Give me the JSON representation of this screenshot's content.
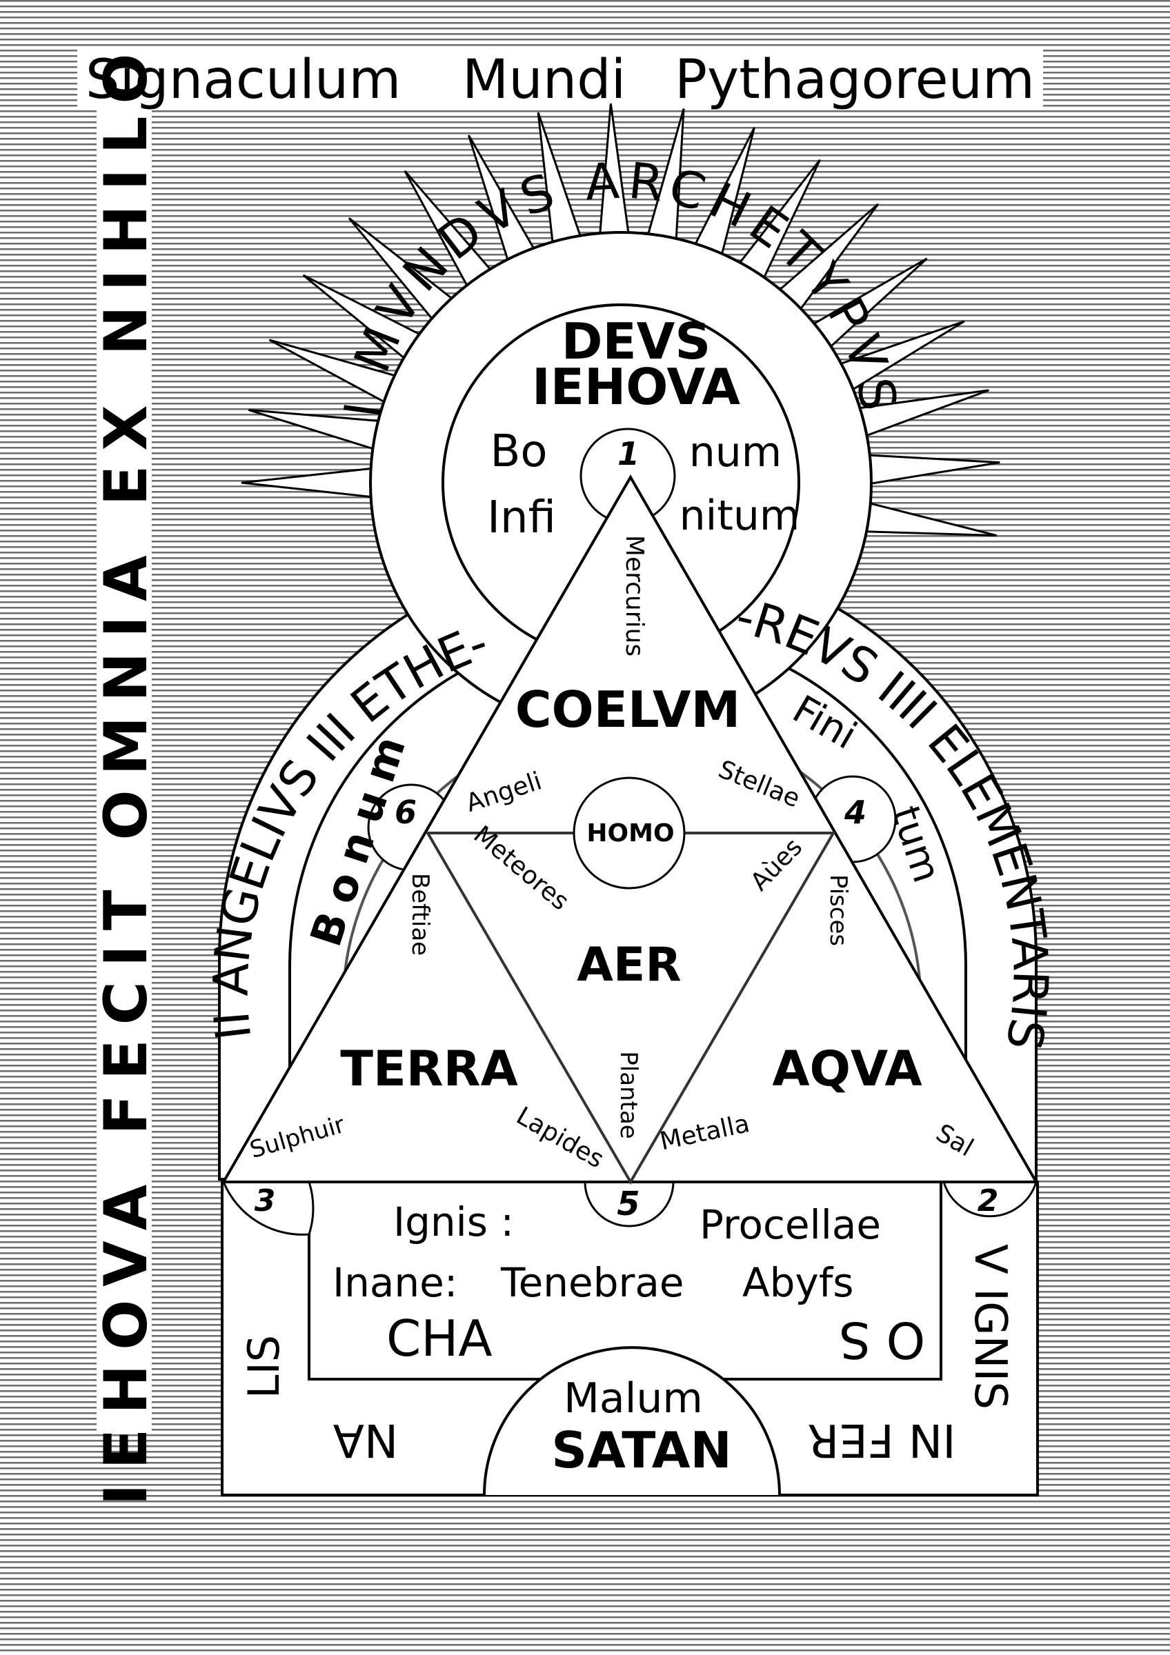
{
  "title": {
    "words": [
      "Signaculum",
      "Mundi",
      "Pythagoreum"
    ]
  },
  "side_text": "IEHOVA FECIT OMNIA EX NIHILO",
  "rings": {
    "archetype": "I MVNDVS ARCHETYPVS",
    "angelic_left": "II ANGELIVS III ETHE-",
    "angelic_right": "-REVS IIII ELEMENTARIS"
  },
  "deity": {
    "line1": "DEVS",
    "line2": "IEHOVA",
    "bo": "Bo",
    "num": "num",
    "infi": "Infi",
    "nitum": "nitum"
  },
  "inner_arc": {
    "left": "Bonum",
    "fini": "Fini",
    "tum": "tum"
  },
  "numbers": {
    "n1": "1",
    "n2": "2",
    "n3": "3",
    "n4": "4",
    "n5": "5",
    "n6": "6"
  },
  "triangle": {
    "mercurius": "Mercurius",
    "coelum": "COELVM",
    "homo": "HOMO",
    "angeli": "Angeli",
    "stellae": "Stellae",
    "meteores": "Meteores",
    "aues": "Aùes",
    "bestiae": "Beftiae",
    "pisces": "Pisces",
    "aer": "AER",
    "terra": "TERRA",
    "aqva": "AQVA",
    "plantae": "Plantae",
    "lapides": "Lapides",
    "metalla": "Metalla",
    "sulphuir": "Sulphuir",
    "sal": "Sal"
  },
  "chaos_box": {
    "ignis": "Ignis :",
    "procellae": "Procellae",
    "inane": "Inane:",
    "tenebrae": "Tenebrae",
    "abyss": "Abyfs",
    "cha": "CHA",
    "os": "O S"
  },
  "infernal": {
    "v_ignis": "V IGNIS",
    "lis": "LIS",
    "na": "NA",
    "in_fer": "IN FER",
    "malum": "Malum",
    "satan": "SATAN"
  },
  "colors": {
    "ink": "#000000",
    "paper": "#ffffff",
    "stripes": "#6e6e6e"
  }
}
